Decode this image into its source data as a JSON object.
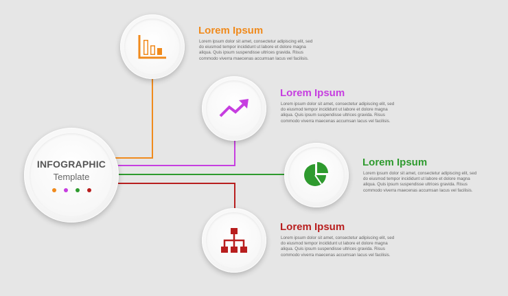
{
  "hub": {
    "title": "INFOGRAPHIC",
    "subtitle": "Template",
    "dot_colors": [
      "#f08a1c",
      "#c63ee0",
      "#2e9a2e",
      "#b81e1e"
    ]
  },
  "steps": [
    {
      "id": "step-1",
      "title": "Lorem Ipsum",
      "color": "#f08a1c",
      "icon": "bar-chart-icon",
      "body": "Lorem ipsum dolor sit amet, consectetur adipiscing elit, sed do eiusmod tempor incididunt ut labore et dolore magna aliqua. Quis ipsum suspendisse ultrices gravida. Risus commodo viverra maecenas accumsan lacus vel facilisis."
    },
    {
      "id": "step-2",
      "title": "Lorem Ipsum",
      "color": "#c63ee0",
      "icon": "trend-up-arrow-icon",
      "body": "Lorem ipsum dolor sit amet, consectetur adipiscing elit, sed do eiusmod tempor incididunt ut labore et dolore magna aliqua. Quis ipsum suspendisse ultrices gravida. Risus commodo viverra maecenas accumsan lacus vel facilisis."
    },
    {
      "id": "step-3",
      "title": "Lorem Ipsum",
      "color": "#2e9a2e",
      "icon": "pie-chart-icon",
      "body": "Lorem ipsum dolor sit amet, consectetur adipiscing elit, sed do eiusmod tempor incididunt ut labore et dolore magna aliqua. Quis ipsum suspendisse ultrices gravida. Risus commodo viverra maecenas accumsan lacus vel facilisis."
    },
    {
      "id": "step-4",
      "title": "Lorem Ipsum",
      "color": "#b81e1e",
      "icon": "hierarchy-icon",
      "body": "Lorem ipsum dolor sit amet, consectetur adipiscing elit, sed do eiusmod tempor incididunt ut labore et dolore magna aliqua. Quis ipsum suspendisse ultrices gravida. Risus commodo viverra maecenas accumsan lacus vel facilisis."
    }
  ]
}
